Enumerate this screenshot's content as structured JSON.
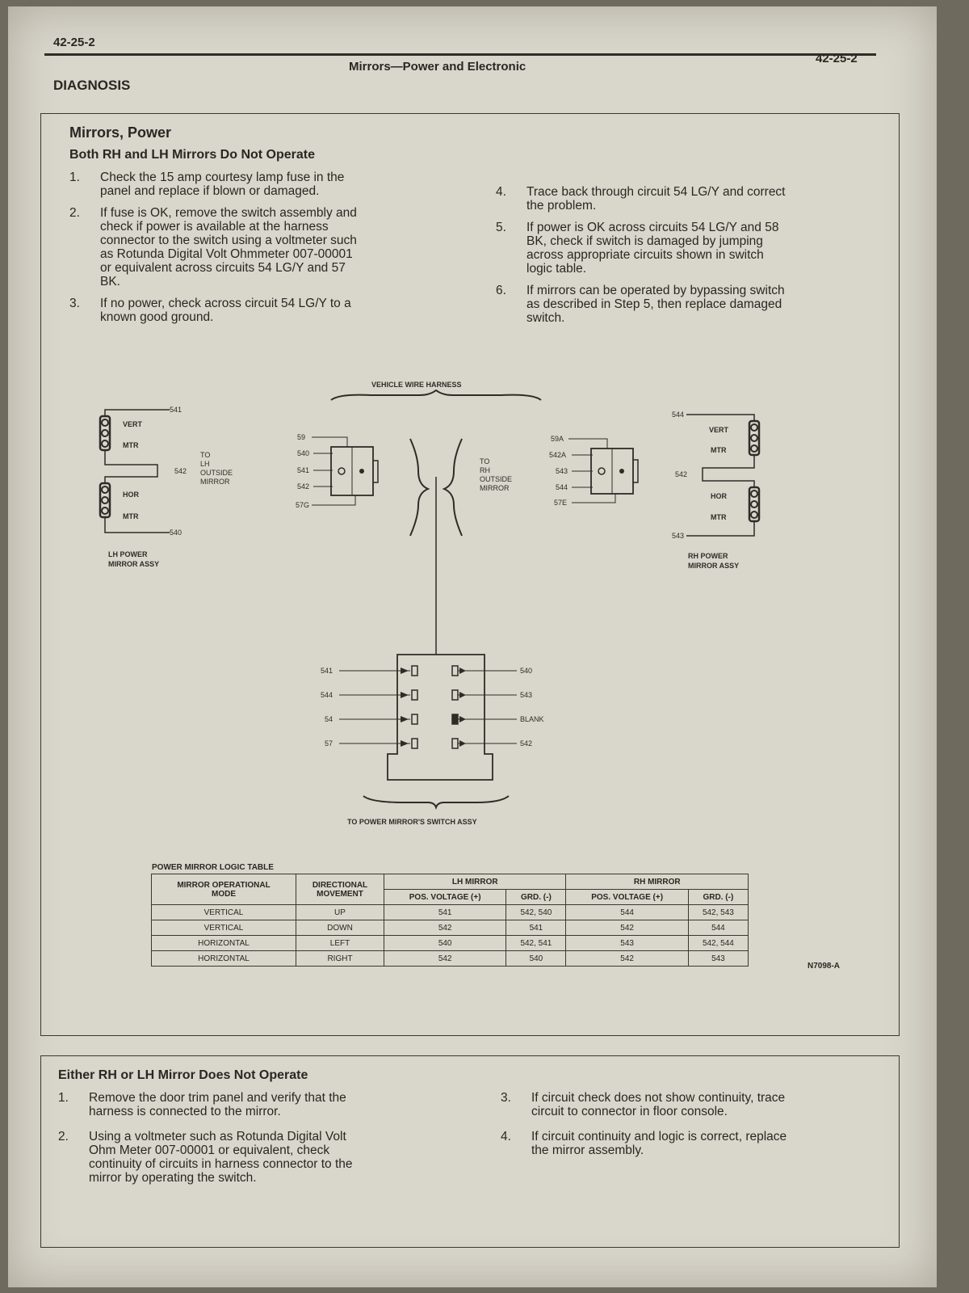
{
  "header": {
    "page_left": "42-25-2",
    "title": "Mirrors—Power and Electronic",
    "page_right": "42-25-2"
  },
  "section_label": "DIAGNOSIS",
  "box1": {
    "title": "Mirrors, Power",
    "subtitle": "Both RH and LH Mirrors Do Not Operate",
    "steps_left": [
      {
        "num": "1.",
        "lines": [
          "Check the 15 amp courtesy lamp fuse in the",
          "panel and replace if blown or damaged."
        ]
      },
      {
        "num": "2.",
        "lines": [
          "If fuse is OK, remove the switch assembly and",
          "check if power is available at the harness",
          "connector to the switch using a voltmeter such",
          "as Rotunda Digital Volt Ohmmeter 007-00001",
          "or equivalent across circuits 54 LG/Y and 57",
          "BK."
        ]
      },
      {
        "num": "3.",
        "lines": [
          "If no power, check across circuit 54 LG/Y to a",
          "known good ground."
        ]
      }
    ],
    "steps_right": [
      {
        "num": "4.",
        "lines": [
          "Trace back through circuit 54 LG/Y and correct",
          "the problem."
        ]
      },
      {
        "num": "5.",
        "lines": [
          "If power is OK across circuits 54 LG/Y and 58",
          "BK, check if switch is damaged by jumping",
          "across appropriate circuits shown in switch",
          "logic table."
        ]
      },
      {
        "num": "6.",
        "lines": [
          "If mirrors can be operated by bypassing switch",
          "as described in Step 5, then replace damaged",
          "switch."
        ]
      }
    ]
  },
  "diagram": {
    "harness_label": "VEHICLE WIRE HARNESS",
    "switch_label": "TO POWER MIRROR'S SWITCH ASSY",
    "figure_id": "N7098-A",
    "lh": {
      "vert": "VERT",
      "mtr1": "MTR",
      "hor": "HOR",
      "mtr2": "MTR",
      "w_top": "541",
      "w_mid": "542",
      "w_bot": "540",
      "assy_line1": "LH POWER",
      "assy_line2": "MIRROR ASSY"
    },
    "rh": {
      "vert": "VERT",
      "mtr1": "MTR",
      "hor": "HOR",
      "mtr2": "MTR",
      "w_top": "544",
      "w_mid": "542",
      "w_bot": "543",
      "assy_line1": "RH POWER",
      "assy_line2": "MIRROR ASSY"
    },
    "lh_conn": {
      "wires": [
        "59",
        "540",
        "541",
        "542",
        "57G"
      ],
      "to": [
        "TO",
        "LH",
        "OUTSIDE",
        "MIRROR"
      ]
    },
    "rh_conn": {
      "wires": [
        "59A",
        "542A",
        "543",
        "544",
        "57E"
      ],
      "to": [
        "TO",
        "RH",
        "OUTSIDE",
        "MIRROR"
      ]
    },
    "switch_left": [
      "541",
      "544",
      "54",
      "57"
    ],
    "switch_right": [
      "540",
      "543",
      "BLANK",
      "542"
    ]
  },
  "logic_table": {
    "title": "POWER MIRROR LOGIC TABLE",
    "h_mode": [
      "MIRROR OPERATIONAL",
      "MODE"
    ],
    "h_dir": [
      "DIRECTIONAL",
      "MOVEMENT"
    ],
    "h_lh": "LH MIRROR",
    "h_rh": "RH MIRROR",
    "h_pos": "POS. VOLTAGE (+)",
    "h_grd": "GRD. (-)",
    "rows": [
      [
        "VERTICAL",
        "UP",
        "541",
        "542, 540",
        "544",
        "542, 543"
      ],
      [
        "VERTICAL",
        "DOWN",
        "542",
        "541",
        "542",
        "544"
      ],
      [
        "HORIZONTAL",
        "LEFT",
        "540",
        "542, 541",
        "543",
        "542, 544"
      ],
      [
        "HORIZONTAL",
        "RIGHT",
        "542",
        "540",
        "542",
        "543"
      ]
    ]
  },
  "box2": {
    "title": "Either RH or LH Mirror Does Not Operate",
    "steps_left": [
      {
        "num": "1.",
        "lines": [
          "Remove the door trim panel and verify that the",
          "harness is connected to the mirror."
        ]
      },
      {
        "num": "2.",
        "lines": [
          "Using a voltmeter such as Rotunda Digital Volt",
          "Ohm Meter 007-00001 or equivalent, check",
          "continuity of circuits in harness connector to the",
          "mirror by operating the switch."
        ]
      }
    ],
    "steps_right": [
      {
        "num": "3.",
        "lines": [
          "If circuit check does not show continuity, trace",
          "circuit to connector in floor console."
        ]
      },
      {
        "num": "4.",
        "lines": [
          "If circuit continuity and logic is correct, replace",
          "the mirror assembly."
        ]
      }
    ]
  }
}
